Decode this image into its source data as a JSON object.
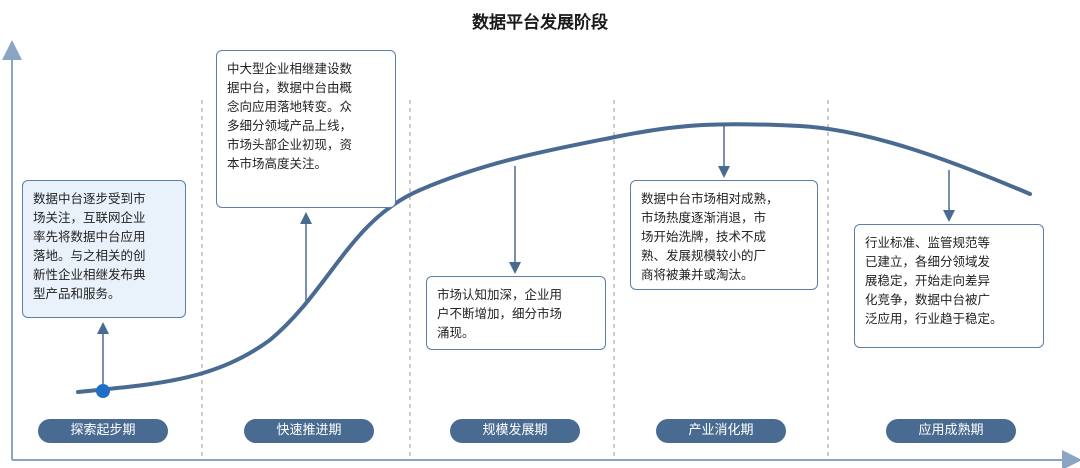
{
  "title": "数据平台发展阶段",
  "colors": {
    "curve": "#4a6b91",
    "axis": "#8aa4c4",
    "pill": "#4a6b91",
    "box_border": "#5b7fa6",
    "shaded_box": "#e9f1fa",
    "divider": "#999999"
  },
  "stages": [
    {
      "label": "探索起步期",
      "description": "数据中台逐步受到市\n场关注，互联网企业\n率先将数据中台应用\n落地。与之相关的创\n新性企业相继发布典\n型产品和服务。"
    },
    {
      "label": "快速推进期",
      "description": "中大型企业相继建设数\n据中台，数据中台由概\n念向应用落地转变。众\n多细分领域产品上线，\n市场头部企业初现，资\n本市场高度关注。"
    },
    {
      "label": "规模发展期",
      "description": "市场认知加深，企业用\n户不断增加，细分市场\n涌现。"
    },
    {
      "label": "产业消化期",
      "description": "数据中台市场相对成熟，\n市场热度逐渐消退，市\n场开始洗牌，技术不成\n熟、发展规模较小的厂\n商将被兼并或淘汰。"
    },
    {
      "label": "应用成熟期",
      "description": "行业标准、监管规范等\n已建立，各细分领域发\n展稳定，开始走向差异\n化竞争，数据中台被广\n泛应用，行业趋于稳定。"
    }
  ]
}
